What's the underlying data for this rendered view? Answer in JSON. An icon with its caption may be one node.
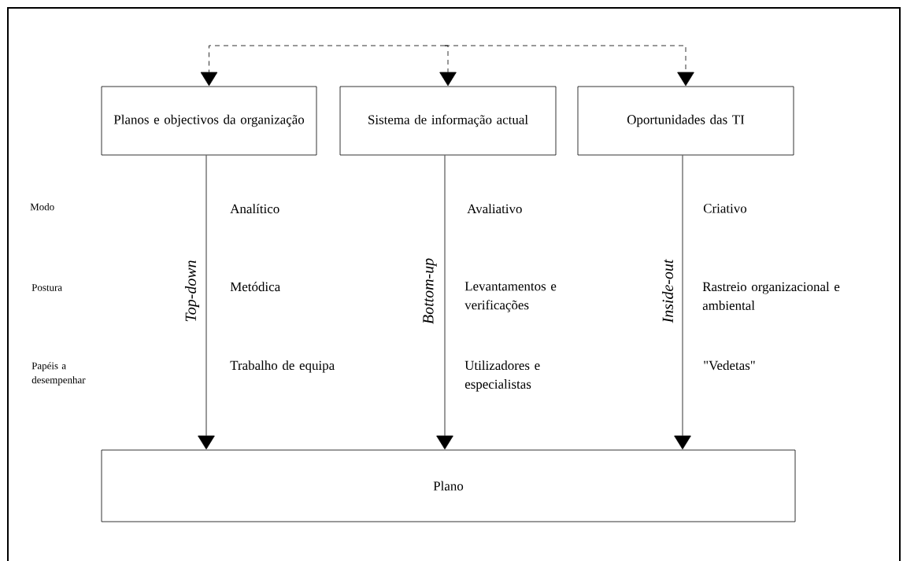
{
  "diagram": {
    "nodes": [
      {
        "text": [
          "Planos e objectivos da organização"
        ]
      },
      {
        "text": [
          "Sistema de informação actual"
        ]
      },
      {
        "text": [
          "Oportunidades das TI"
        ]
      },
      {
        "text": [
          "Plano"
        ]
      }
    ],
    "edges": [
      {
        "from": null,
        "to": 0,
        "arrow": "to",
        "style": "dashed"
      },
      {
        "from": null,
        "to": 1,
        "arrow": "to",
        "style": "dashed"
      },
      {
        "from": null,
        "to": 2,
        "arrow": "to",
        "style": "dashed"
      },
      {
        "from": 0,
        "to": 3,
        "arrow": "to",
        "label": "Top-down"
      },
      {
        "from": 1,
        "to": 3,
        "arrow": "to",
        "label": "Bottom-up"
      },
      {
        "from": 2,
        "to": 3,
        "arrow": "to",
        "label": "Inside-out"
      }
    ],
    "labels": [
      "Modo",
      "Analítico",
      "Avaliativo",
      "Criativo",
      "Postura",
      "Metódica",
      "Levantamentos e verificações",
      "Rastreio organizacional e ambiental",
      "Papéis a desempenhar",
      "Trabalho de equipa",
      "Utilizadores e especialistas",
      "\"Vedetas\""
    ]
  }
}
